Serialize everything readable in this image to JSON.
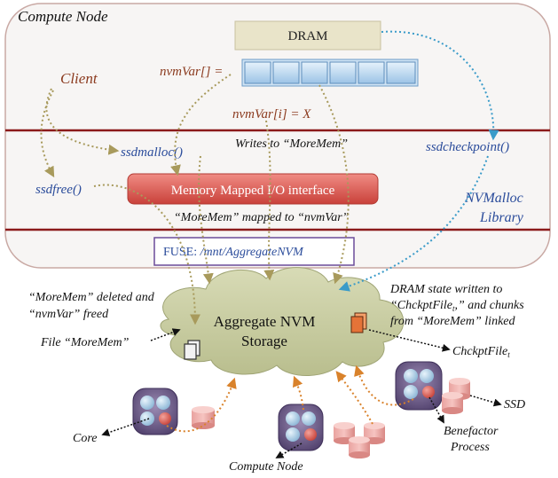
{
  "compute_node_box": {
    "title": "Compute Node"
  },
  "dram": {
    "label": "DRAM"
  },
  "client": {
    "label": "Client"
  },
  "nvmvar_array": {
    "label": "nvmVar[] =",
    "cells": 6
  },
  "nvmvar_assign": {
    "label": "nvmVar[i] = X"
  },
  "writes_to_moremem": {
    "label": "Writes to “MoreMem”"
  },
  "ssdmalloc": {
    "label": "ssdmalloc()"
  },
  "ssdfree": {
    "label": "ssdfree()"
  },
  "ssdcheckpoint": {
    "label": "ssdcheckpoint()"
  },
  "mmio": {
    "label": "Memory Mapped I/O interface"
  },
  "moremem_mapped": {
    "label": "“MoreMem” mapped to “nvmVar”"
  },
  "library": {
    "line1": "NVMalloc",
    "line2": "Library"
  },
  "fuse": {
    "prefix": "FUSE: ",
    "path": "/mnt/AggregateNVM"
  },
  "cloud": {
    "line1": "Aggregate NVM",
    "line2": "Storage"
  },
  "deleted_note": {
    "line1": "“MoreMem” deleted and",
    "line2": "“nvmVar” freed"
  },
  "dram_state_note": {
    "line1": "DRAM state written to",
    "line2": "“ChckptFile",
    "line2_sub": "t",
    "line2_end": ",” and chunks",
    "line3": "from “MoreMem” linked"
  },
  "file_moremem": {
    "label": "File “MoreMem”"
  },
  "chckptfile": {
    "label": "ChckptFile",
    "sub": "t"
  },
  "ssd": {
    "label": "SSD"
  },
  "core": {
    "label": "Core"
  },
  "benefactor": {
    "line1": "Benefactor",
    "line2": "Process"
  },
  "compute_node_bottom": {
    "label": "Compute Node"
  },
  "colors": {
    "brown_text": "#8B3A1E",
    "blue_text": "#2B4C9B",
    "dark_red_line": "#8B1A1A",
    "mmio_red": "#D9534F",
    "dram_fill": "#E9E4C9",
    "fuse_border": "#6B4C9A",
    "cloud_fill": "#C9CDA2",
    "arrow_orange": "#D9822B",
    "arrow_olive": "#B7A86A",
    "arrow_blue": "#3A9BC9"
  }
}
